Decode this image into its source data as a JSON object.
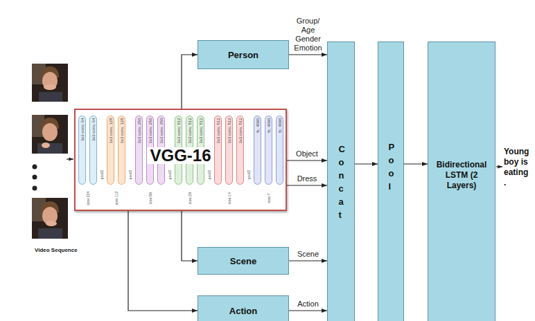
{
  "diagram": {
    "nodes": [
      {
        "text": [
          "VGG-16"
        ]
      },
      {
        "text": [
          "3x3 conv, 64"
        ],
        "in": 0
      },
      {
        "text": [
          "3x3 conv, 64"
        ],
        "in": 0
      },
      {
        "text": [
          "3x3 conv, 128"
        ],
        "in": 0
      },
      {
        "text": [
          "3x3 conv, 128"
        ],
        "in": 0
      },
      {
        "text": [
          "3x3 conv, 256"
        ],
        "in": 0
      },
      {
        "text": [
          "3x3 conv, 256"
        ],
        "in": 0
      },
      {
        "text": [
          "3x3 conv, 256"
        ],
        "in": 0
      },
      {
        "text": [
          "3x3 conv, 512"
        ],
        "in": 0
      },
      {
        "text": [
          "3x3 conv, 512"
        ],
        "in": 0
      },
      {
        "text": [
          "3x3 conv, 512"
        ],
        "in": 0
      },
      {
        "text": [
          "3x3 conv, 512"
        ],
        "in": 0
      },
      {
        "text": [
          "3x3 conv, 512"
        ],
        "in": 0
      },
      {
        "text": [
          "3x3 conv, 512"
        ],
        "in": 0
      },
      {
        "text": [
          "fc, 4096"
        ],
        "in": 0
      },
      {
        "text": [
          "fc, 4096"
        ],
        "in": 0
      },
      {
        "text": [
          "fc, 4096"
        ],
        "in": 0
      },
      {
        "text": [
          "Person"
        ]
      },
      {
        "text": [
          "Scene"
        ]
      },
      {
        "text": [
          "Action"
        ]
      },
      {
        "text": [
          "Concat"
        ]
      },
      {
        "text": [
          "Pool"
        ]
      },
      {
        "text": [
          "Bidirectional LSTM (2 Layers)"
        ]
      }
    ],
    "edges": [
      {
        "from": 0,
        "to": 17,
        "arrow": "to"
      },
      {
        "from": 0,
        "to": 18,
        "arrow": "to"
      },
      {
        "from": 0,
        "to": 19,
        "arrow": "to"
      },
      {
        "from": 17,
        "to": 20,
        "label": "Group/ Age Gender Emotion",
        "arrow": "to"
      },
      {
        "from": 0,
        "to": 20,
        "label": "Object",
        "arrow": "to"
      },
      {
        "from": 0,
        "to": 20,
        "label": "Dress",
        "arrow": "to"
      },
      {
        "from": 18,
        "to": 20,
        "label": "Scene",
        "arrow": "to"
      },
      {
        "from": 19,
        "to": 20,
        "label": "Action",
        "arrow": "to"
      },
      {
        "from": 20,
        "to": 21,
        "arrow": "to"
      },
      {
        "from": 21,
        "to": 22,
        "arrow": "to"
      }
    ],
    "labels": [
      "Video Sequence",
      "pool/2",
      "pool/2",
      "pool/2",
      "pool/2",
      "pool/2",
      "size:224",
      "size:112",
      "size:56",
      "size:28",
      "size:14",
      "size:7",
      "Young boy is eating ."
    ]
  }
}
